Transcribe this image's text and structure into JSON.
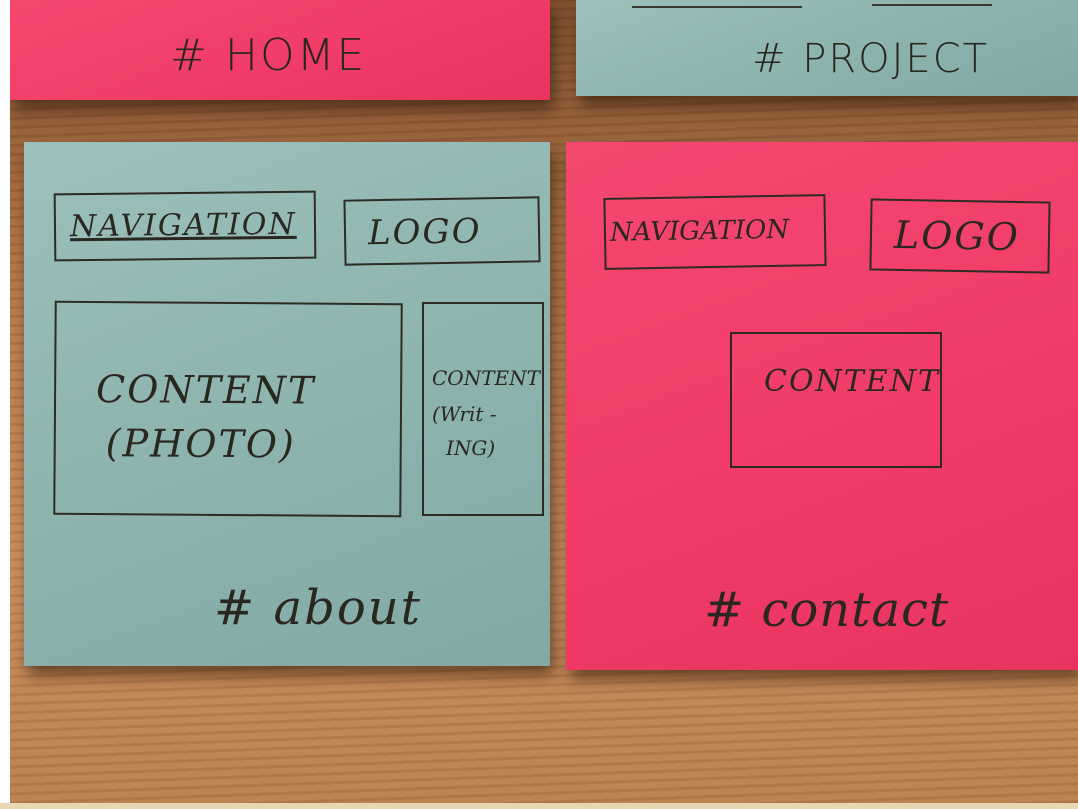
{
  "notes": {
    "home": {
      "label": "# HOME"
    },
    "project": {
      "label": "# PROJECT"
    },
    "about": {
      "label": "# about",
      "navigation": "NAVIGATION",
      "logo": "LOGO",
      "content_photo_line1": "CONTENT",
      "content_photo_line2": "(PHOTO)",
      "content_writing_line1": "CONTENT",
      "content_writing_line2": "(Writ -",
      "content_writing_line3": "ING)"
    },
    "contact": {
      "label": "# contact",
      "navigation": "NAVIGATION",
      "logo": "LOGO",
      "content": "CONTENT"
    }
  },
  "colors": {
    "pink_note": "#f2436a",
    "blue_note": "#90b5b1",
    "wood": "#b57a4c",
    "ink": "#2a2620"
  }
}
